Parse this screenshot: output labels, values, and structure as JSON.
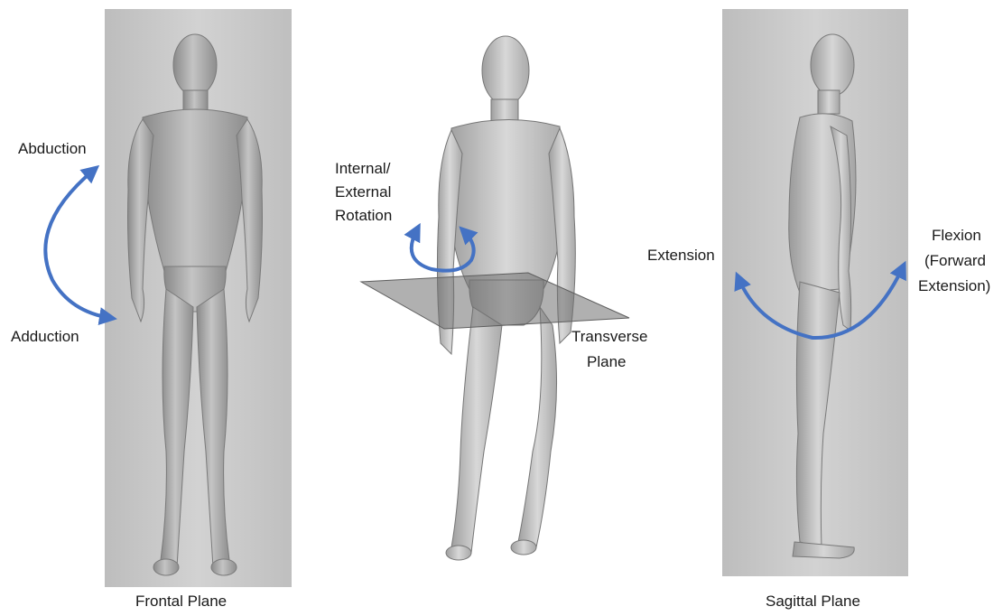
{
  "frontal": {
    "caption": "Frontal Plane",
    "label_top": "Abduction",
    "label_bottom": "Adduction"
  },
  "transverse": {
    "rotation_line1": "Internal/",
    "rotation_line2": "External",
    "rotation_line3": "Rotation",
    "plane_line1": "Transverse",
    "plane_line2": "Plane"
  },
  "sagittal": {
    "caption": "Sagittal Plane",
    "label_left": "Extension",
    "label_right_line1": "Flexion",
    "label_right_line2": "(Forward",
    "label_right_line3": "Extension)"
  },
  "colors": {
    "arrow": "#4472c4",
    "panel_bg": "#c9c9c9",
    "body_fill": "#a9a9a9",
    "body_shade": "#8d8d8d"
  },
  "icons": [
    "human-figure-front",
    "human-figure-3d",
    "human-figure-side",
    "curved-double-arrow",
    "rotation-arrow"
  ]
}
